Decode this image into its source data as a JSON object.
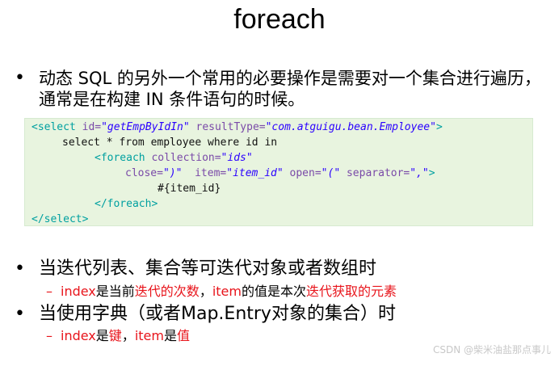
{
  "title": "foreach",
  "intro": {
    "bullet": "•",
    "text": "动态 SQL 的另外一个常用的必要操作是需要对一个集合进行遍历，通常是在构建 IN 条件语句的时候。"
  },
  "code": {
    "l1_open": "<select ",
    "l1_attr1": "id=",
    "l1_val1": "\"getEmpByIdIn\"",
    "l1_attr2": " resultType=",
    "l1_val2": "\"com.atguigu.bean.Employee\"",
    "l1_close": ">",
    "l2": "select * from employee where id in",
    "l3_open": "<foreach ",
    "l3_attr": "collection=",
    "l3_val": "\"ids\"",
    "l4_attr1": "close=",
    "l4_val1": "\")\"",
    "l4_attr2": "  item=",
    "l4_val2": "\"item_id\"",
    "l4_attr3": " open=",
    "l4_val3": "\"(\"",
    "l4_attr4": " separator=",
    "l4_val4": "\",\"",
    "l4_close": ">",
    "l5": "#{item_id}",
    "l6": "</foreach>",
    "l7": "</select>"
  },
  "bullets": [
    {
      "dot": "•",
      "text": "当迭代列表、集合等可迭代对象或者数组时",
      "sub": {
        "dash": "–",
        "p1": "index",
        "p2": "是当前",
        "p3": "迭代的次数",
        "p4": "，",
        "p5": "item",
        "p6": "的值是本次",
        "p7": "迭代获取的元素"
      }
    },
    {
      "dot": "•",
      "text": "当使用字典（或者Map.Entry对象的集合）时",
      "sub": {
        "dash": "–",
        "p1": "index",
        "p2": "是",
        "p3": "键",
        "p4": "，",
        "p5": "item",
        "p6": "是",
        "p7": "值"
      }
    }
  ],
  "watermark": "CSDN @柴米油盐那点事儿",
  "colors": {
    "code_bg": "#e8f4df",
    "tag": "#00a0a0",
    "attr": "#7a4aa8",
    "value": "#2a00ff",
    "highlight": "#e8141b"
  }
}
